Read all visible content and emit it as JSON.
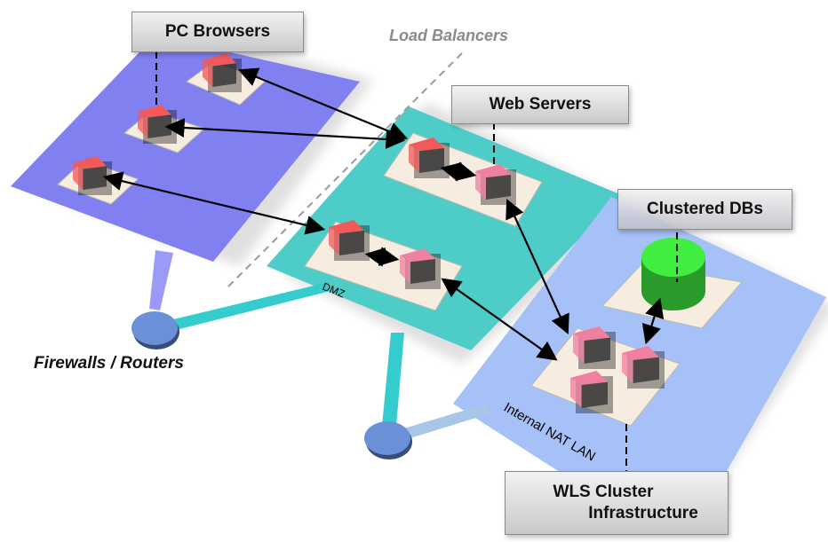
{
  "labels": {
    "pc_browsers": "PC Browsers",
    "load_balancers": "Load Balancers",
    "web_servers": "Web Servers",
    "clustered_dbs": "Clustered DBs",
    "firewalls_routers": "Firewalls / Routers",
    "dmz": "DMZ",
    "internal_nat_lan": "Internal NAT LAN",
    "wls_cluster_line1": "WLS Cluster",
    "wls_cluster_line2": "Infrastructure"
  },
  "colors": {
    "client_zone": "#8080f0",
    "dmz_zone": "#4ecdc8",
    "internal_zone": "#a6c0f8",
    "browser_box": "#f05a5a",
    "server_box": "#f080a0",
    "database": "#40ee40",
    "router": "#6a90d8",
    "platform": "#f6ece0"
  }
}
